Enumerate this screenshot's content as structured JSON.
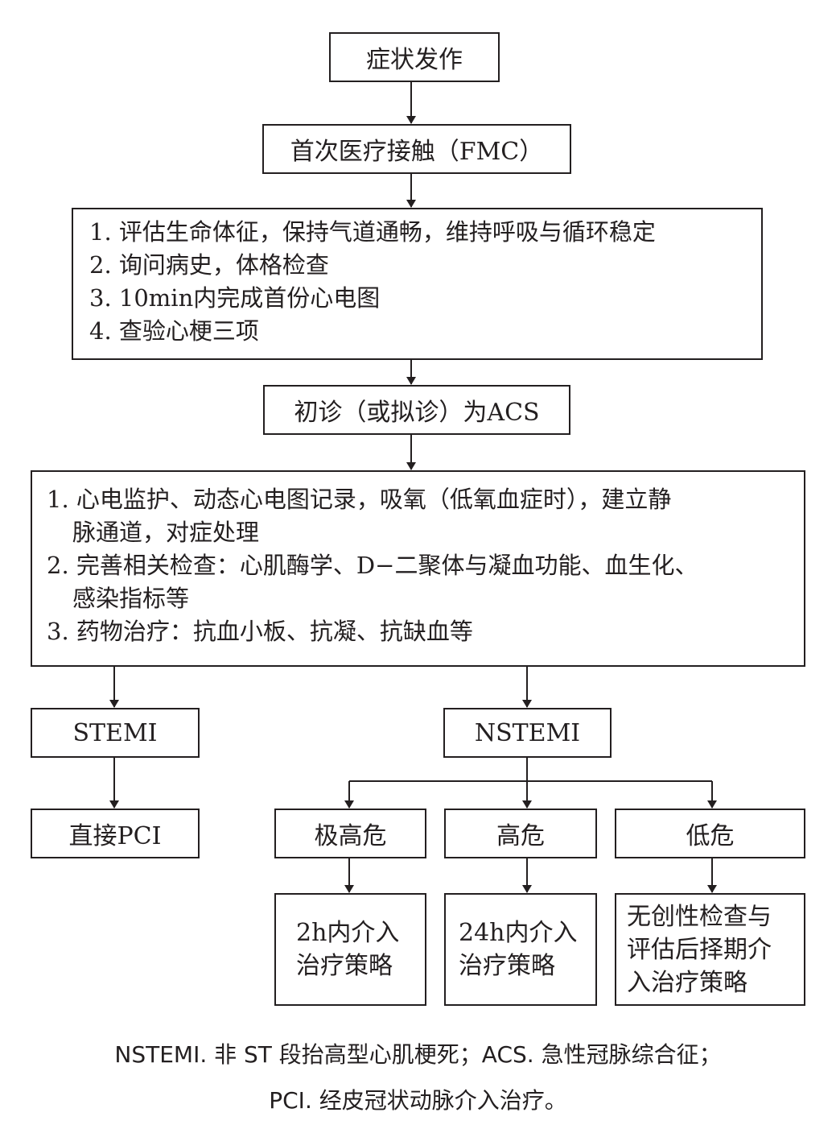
{
  "nodes": {
    "onset": "症状发作",
    "fmc": "首次医疗接触（FMC）",
    "initial": [
      "1. 评估生命体征，保持气道通畅，维持呼吸与循环稳定",
      "2. 询问病史，体格检查",
      "3. 10min内完成首份心电图",
      "4. 查验心梗三项"
    ],
    "acs": "初诊（或拟诊）为ACS",
    "treatment": [
      "1. 心电监护、动态心电图记录，吸氧（低氧血症时），建立静",
      "脉通道，对症处理",
      "2. 完善相关检查：心肌酶学、D−二聚体与凝血功能、血生化、",
      "感染指标等",
      "3. 药物治疗：抗血小板、抗凝、抗缺血等"
    ],
    "stemi": "STEMI",
    "nstemi": "NSTEMI",
    "direct_pci": "直接PCI",
    "very_high": "极高危",
    "high": "高危",
    "low": "低危",
    "very_high_strategy": [
      "2h内介入",
      "治疗策略"
    ],
    "high_strategy": [
      "24h内介入",
      "治疗策略"
    ],
    "low_strategy": [
      "无创性检查与",
      "评估后择期介",
      "入治疗策略"
    ]
  },
  "caption": [
    "NSTEMI. 非 ST 段抬高型心肌梗死；ACS. 急性冠脉综合征；",
    "PCI. 经皮冠状动脉介入治疗。"
  ]
}
